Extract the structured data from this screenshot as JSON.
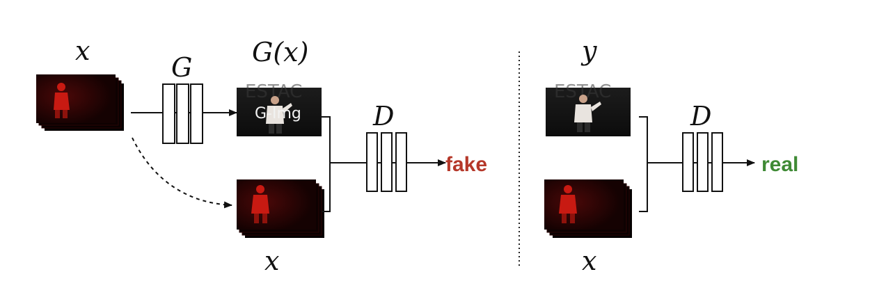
{
  "left_panel": {
    "input_label": "x",
    "generator_label": "G",
    "generated_label": "G(x)",
    "generated_frame_text": "G-Img",
    "condition_label": "x",
    "discriminator_label": "D",
    "output_label": "fake"
  },
  "right_panel": {
    "real_label": "y",
    "condition_label": "x",
    "discriminator_label": "D",
    "output_label": "real"
  },
  "colors": {
    "fake": "#b5382a",
    "real": "#3f8a35",
    "red_frame_bg": "#1f0303",
    "red_figure": "#c81a12",
    "dark_frame_bg": "#161616",
    "figure_shirt": "#e9e4df"
  }
}
